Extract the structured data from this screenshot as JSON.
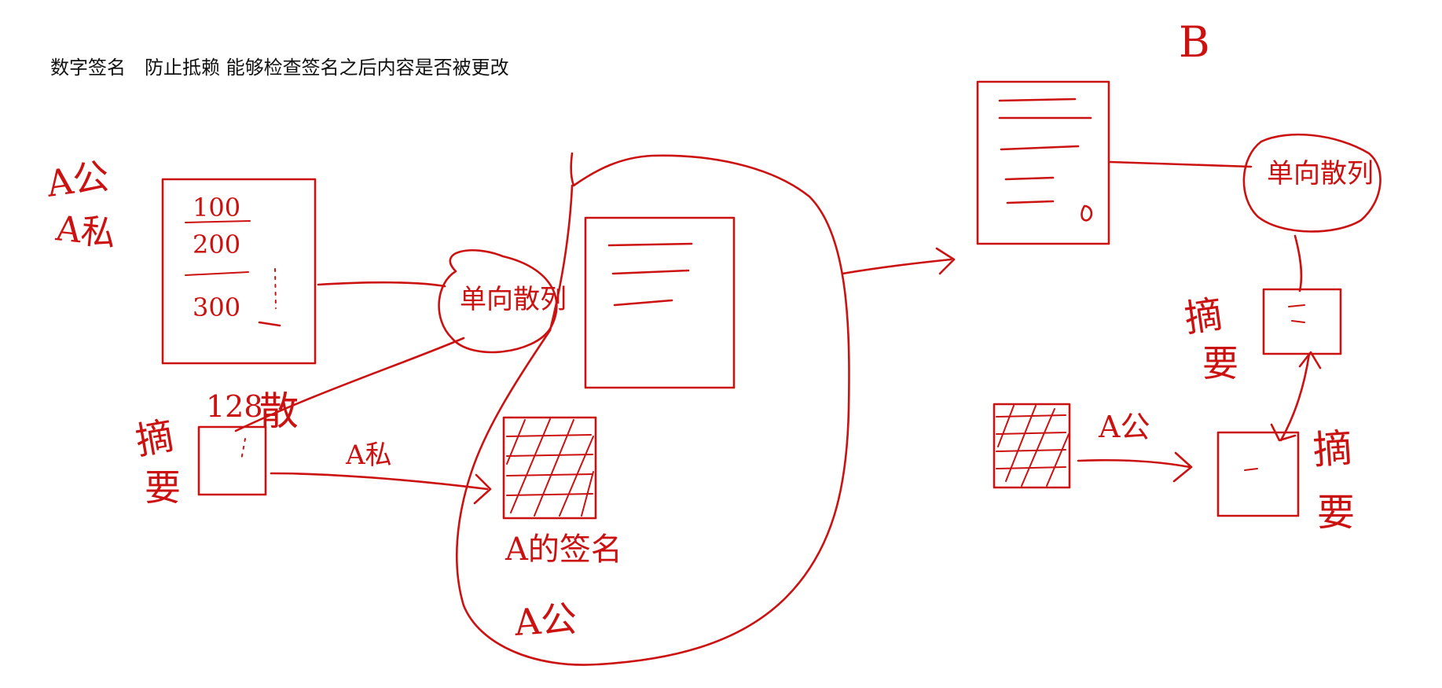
{
  "heading": "数字签名　防止抵赖 能够检查签名之后内容是否被更改",
  "labels": {
    "b_party": "B",
    "a_key_top": "A公",
    "a_private_top": "A私",
    "doc_line1": "100",
    "doc_line2": "200",
    "doc_line3": "300",
    "hash_left": "单向散列",
    "hash_bits": "128",
    "hash_bits_char": "散",
    "digest_left": "摘要",
    "a_private_arrow": "A私",
    "a_signature": "A的签名",
    "a_public_bottom": "A公",
    "hash_right": "单向散列",
    "digest_right_top": "摘要",
    "a_public_arrow": "A公",
    "digest_right_bottom": "摘要"
  },
  "colors": {
    "ink": "#cc1111",
    "text": "#111111",
    "background": "#ffffff"
  }
}
